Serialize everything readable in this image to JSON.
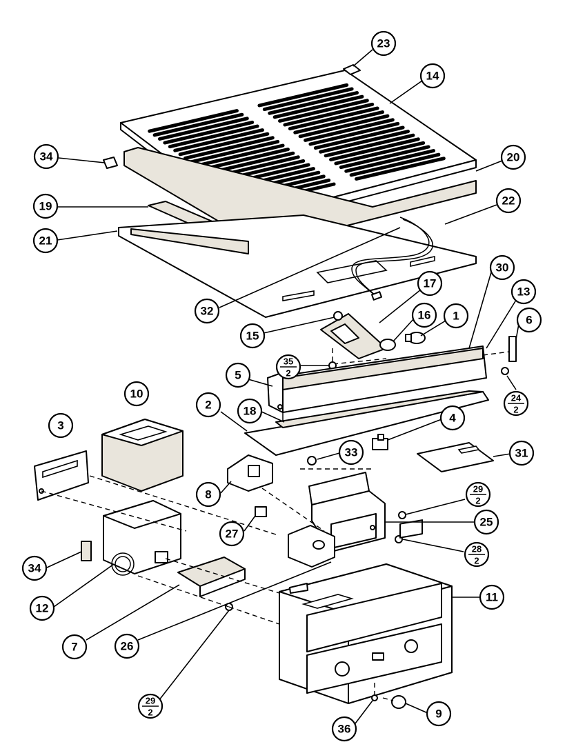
{
  "callouts": {
    "c23": "23",
    "c14": "14",
    "c34a": "34",
    "c20": "20",
    "c19": "19",
    "c22": "22",
    "c21": "21",
    "c32": "32",
    "c17": "17",
    "c30": "30",
    "c13": "13",
    "c15": "15",
    "c16": "16",
    "c1": "1",
    "c6": "6",
    "c35": {
      "num": "35",
      "den": "2"
    },
    "c5": "5",
    "c24": {
      "num": "24",
      "den": "2"
    },
    "c10": "10",
    "c2": "2",
    "c18": "18",
    "c4": "4",
    "c3": "3",
    "c33": "33",
    "c31": "31",
    "c8": "8",
    "c29a": {
      "num": "29",
      "den": "2"
    },
    "c25": "25",
    "c27": "27",
    "c28": {
      "num": "28",
      "den": "2"
    },
    "c34b": "34",
    "c11": "11",
    "c12": "12",
    "c7": "7",
    "c26": "26",
    "c29b": {
      "num": "29",
      "den": "2"
    },
    "c9": "9",
    "c36": "36"
  }
}
